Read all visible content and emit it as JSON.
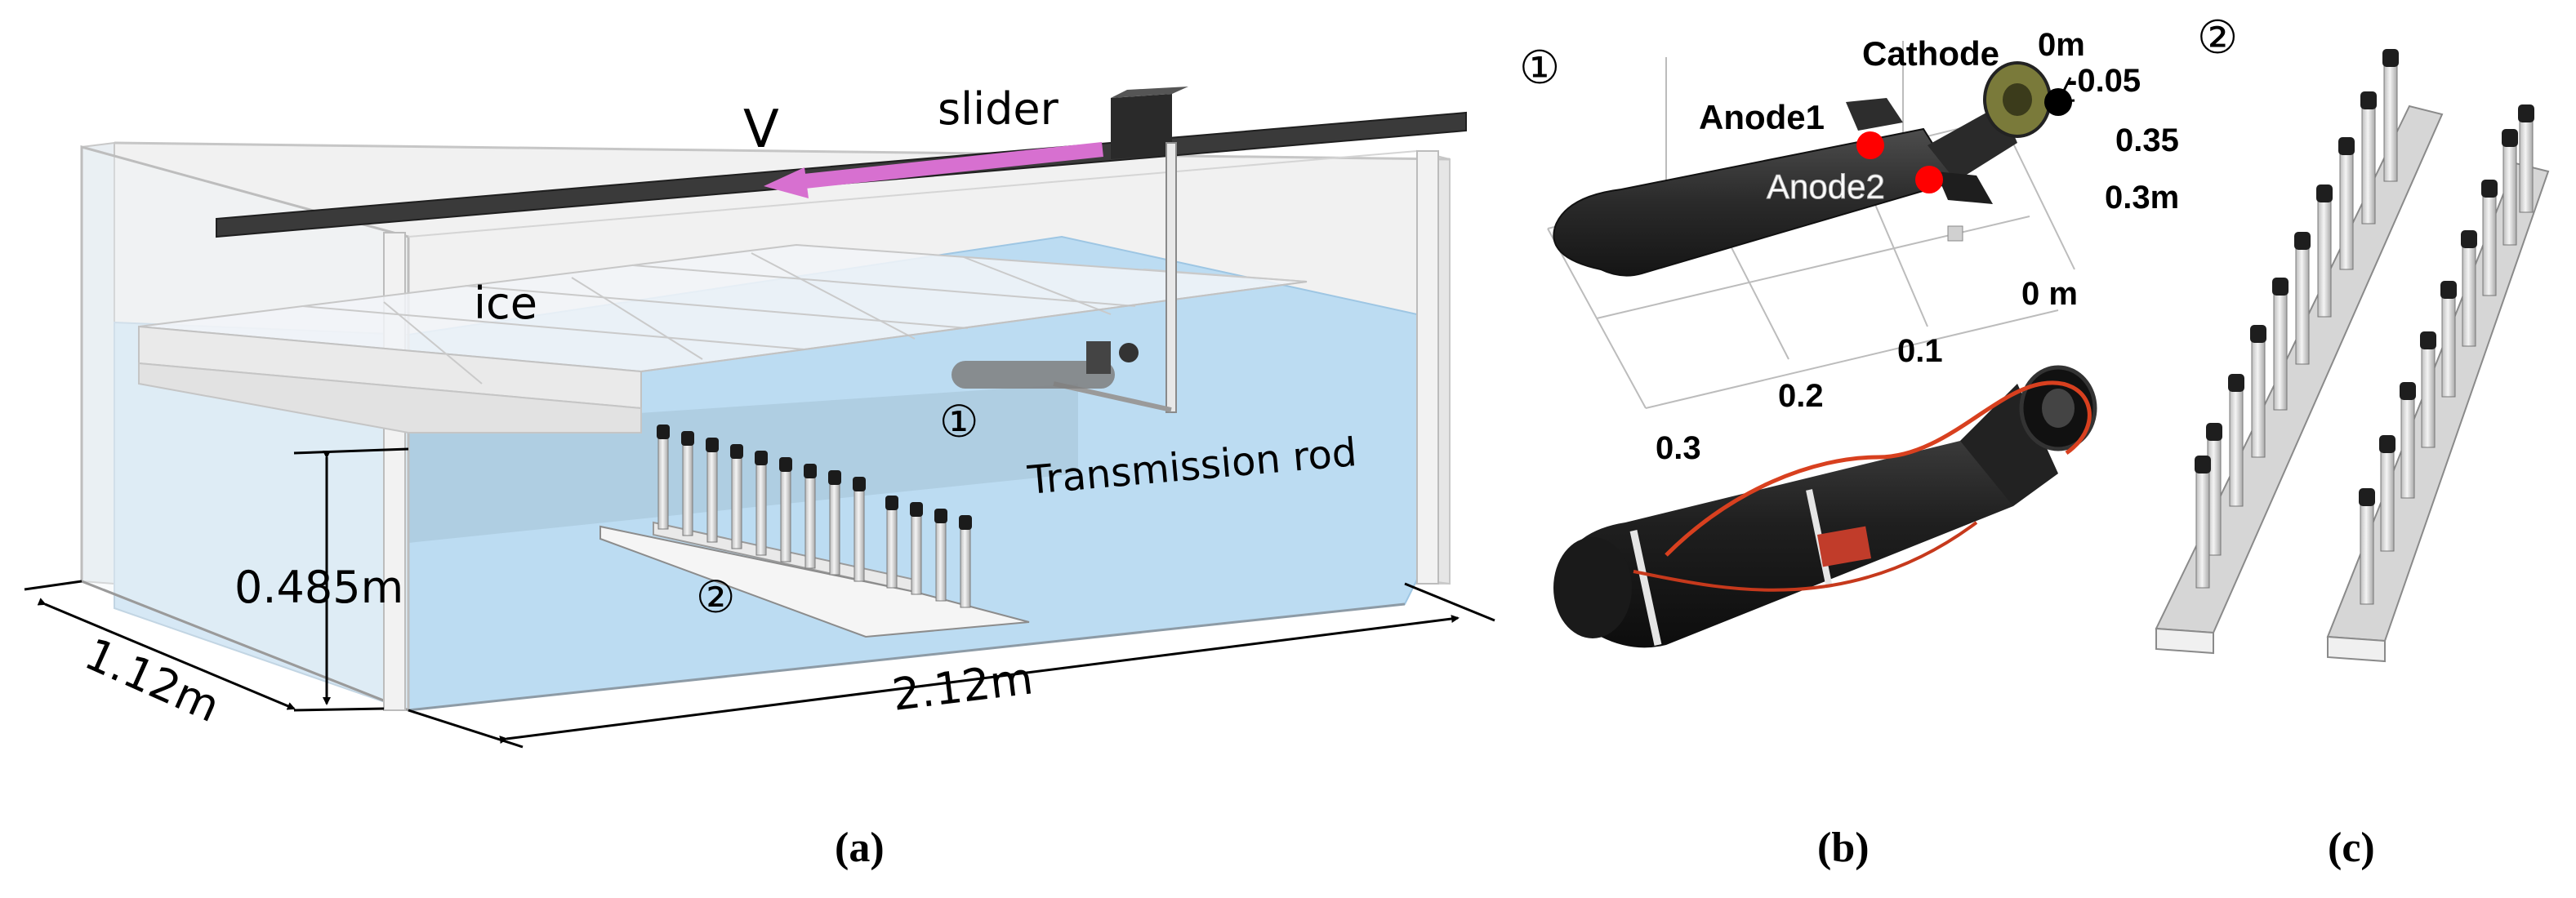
{
  "panel_a": {
    "velocity": "V",
    "slider": "slider",
    "ice": "ice",
    "marker1": "①",
    "transmission_rod": "Transmission rod",
    "marker2": "②",
    "height": "0.485m",
    "width": "1.12m",
    "length": "2.12m",
    "caption": "(a)"
  },
  "panel_b": {
    "marker": "①",
    "cathode": "Cathode",
    "anode1": "Anode1",
    "anode2": "Anode2",
    "z_ticks": [
      "0m",
      "-0.05",
      "0.35",
      "0.3m"
    ],
    "x_ticks": [
      "0 m",
      "0.1",
      "0.2",
      "0.3"
    ],
    "caption": "(b)"
  },
  "panel_c": {
    "marker": "②",
    "caption": "(c)"
  },
  "colors": {
    "water": "#bcdcf2",
    "arrow": "#d770d0",
    "rail": "#3a3a3a",
    "electrode": "#ff0000",
    "auv_body": "#2b2b2b"
  }
}
